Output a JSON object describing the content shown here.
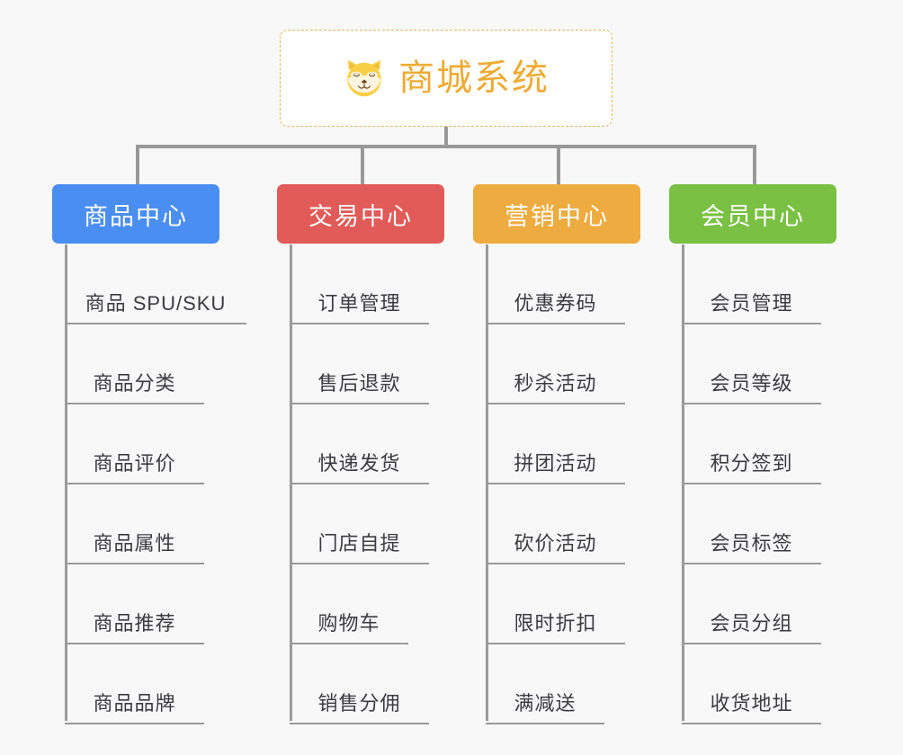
{
  "canvas": {
    "background": "#f8f8f8",
    "line_color": "#999999"
  },
  "root": {
    "title": "商城系统",
    "icon": "shiba-dog-icon",
    "text_color": "#eeab33",
    "border_color": "#e8b55c",
    "background": "#ffffff"
  },
  "columns": [
    {
      "title": "商品中心",
      "color": "#4a8ef2",
      "items": [
        "商品 SPU/SKU",
        "商品分类",
        "商品评价",
        "商品属性",
        "商品推荐",
        "商品品牌"
      ]
    },
    {
      "title": "交易中心",
      "color": "#e15b58",
      "items": [
        "订单管理",
        "售后退款",
        "快递发货",
        "门店自提",
        "购物车",
        "销售分佣"
      ]
    },
    {
      "title": "营销中心",
      "color": "#eeab3f",
      "items": [
        "优惠券码",
        "秒杀活动",
        "拼团活动",
        "砍价活动",
        "限时折扣",
        "满减送"
      ]
    },
    {
      "title": "会员中心",
      "color": "#79c043",
      "items": [
        "会员管理",
        "会员等级",
        "积分签到",
        "会员标签",
        "会员分组",
        "收货地址"
      ]
    }
  ]
}
